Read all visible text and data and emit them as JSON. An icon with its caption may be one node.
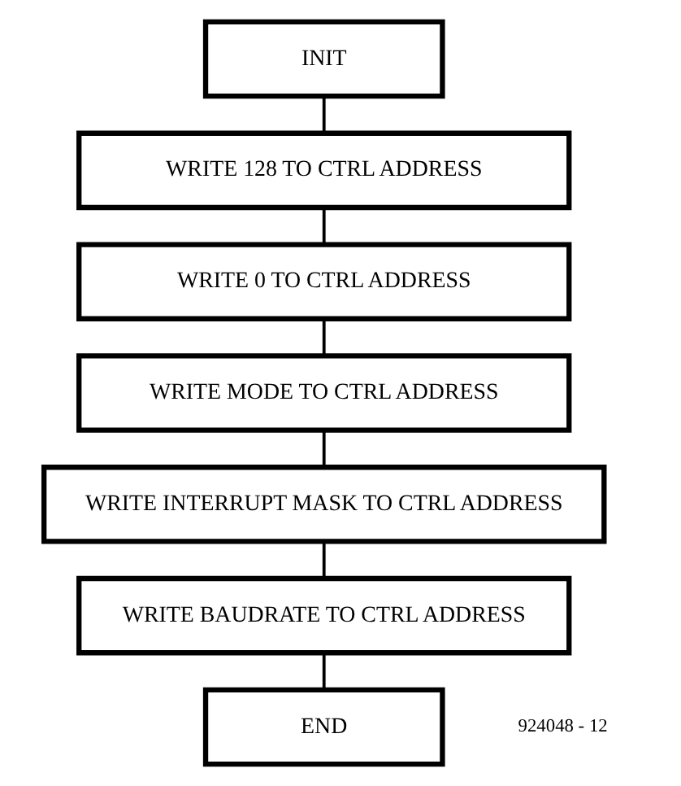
{
  "diagram": {
    "nodes": [
      {
        "text": [
          "INIT"
        ]
      },
      {
        "text": [
          "WRITE 128 TO CTRL ADDRESS"
        ]
      },
      {
        "text": [
          "WRITE 0 TO CTRL ADDRESS"
        ]
      },
      {
        "text": [
          "WRITE MODE TO CTRL ADDRESS"
        ]
      },
      {
        "text": [
          "WRITE INTERRUPT MASK TO CTRL ADDRESS"
        ]
      },
      {
        "text": [
          "WRITE BAUDRATE TO CTRL ADDRESS"
        ]
      },
      {
        "text": [
          "END"
        ]
      }
    ],
    "edges": [
      {
        "from": 0,
        "to": 1,
        "arrow": "none"
      },
      {
        "from": 1,
        "to": 2,
        "arrow": "none"
      },
      {
        "from": 2,
        "to": 3,
        "arrow": "none"
      },
      {
        "from": 3,
        "to": 4,
        "arrow": "none"
      },
      {
        "from": 4,
        "to": 5,
        "arrow": "none"
      },
      {
        "from": 5,
        "to": 6,
        "arrow": "none"
      }
    ],
    "labels": [
      "924048 - 12"
    ]
  }
}
